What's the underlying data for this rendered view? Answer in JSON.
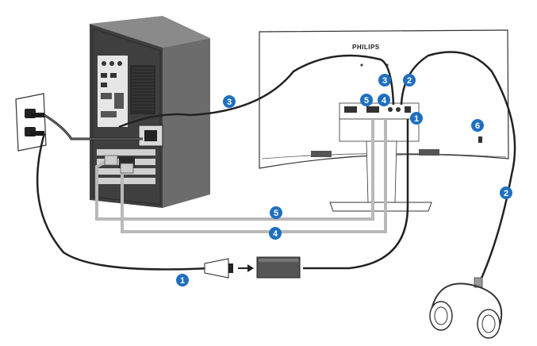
{
  "monitor": {
    "brand": "PHILIPS"
  },
  "colors": {
    "badge": "#1e6fc0",
    "cable_gray": "#b9b9b9",
    "cable_dark": "#222222",
    "pc_face": "#3f3f3f",
    "pc_side": "#6c6c6c"
  },
  "callouts": [
    {
      "id": "power-monitor",
      "label": "1"
    },
    {
      "id": "power-cord",
      "label": "1"
    },
    {
      "id": "audio-monitor",
      "label": "2"
    },
    {
      "id": "audio-headphone",
      "label": "2"
    },
    {
      "id": "audio-pc",
      "label": "3"
    },
    {
      "id": "audio-in-monitor",
      "label": "3"
    },
    {
      "id": "vga-monitor",
      "label": "4"
    },
    {
      "id": "vga-cable",
      "label": "4"
    },
    {
      "id": "dvi-monitor",
      "label": "5"
    },
    {
      "id": "dvi-cable",
      "label": "5"
    },
    {
      "id": "lock-slot",
      "label": "6"
    }
  ]
}
